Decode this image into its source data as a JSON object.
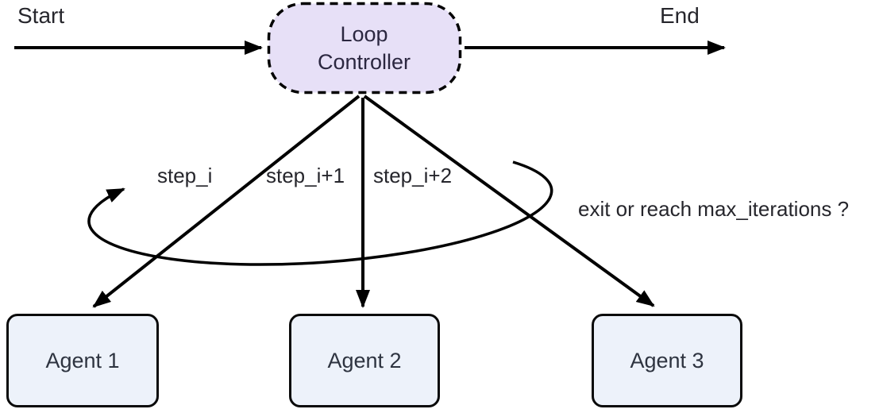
{
  "labels": {
    "start": "Start",
    "end": "End",
    "exit_condition": "exit or reach max_iterations ?"
  },
  "edge_labels": [
    "step_i",
    "step_i+1",
    "step_i+2"
  ],
  "loop_controller": {
    "lines": [
      "Loop",
      "Controller"
    ]
  },
  "agents": [
    "Agent 1",
    "Agent 2",
    "Agent 3"
  ],
  "colors": {
    "loop_controller_fill": "#e7e0f7",
    "agent_fill": "#edf2fa",
    "edge_stroke": "#000000",
    "text": "#26262c"
  }
}
